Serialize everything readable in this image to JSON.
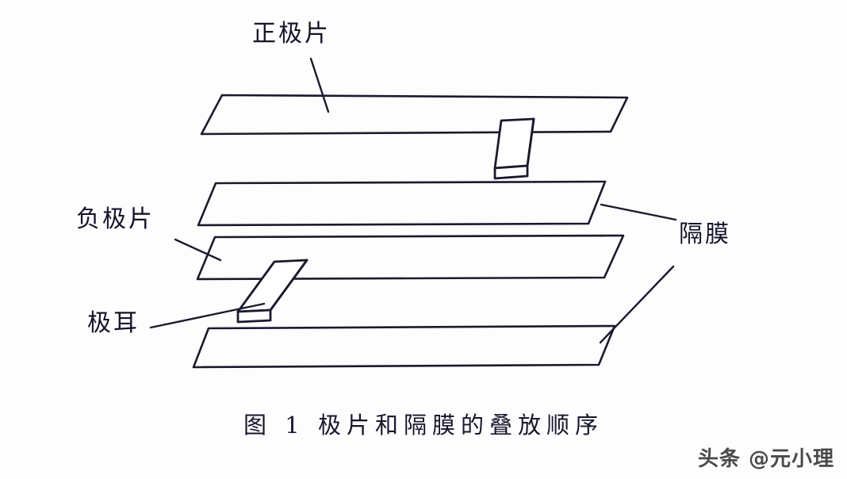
{
  "figure": {
    "caption_index": "图 1",
    "caption_text": "极片和隔膜的叠放顺序",
    "background_color": "#fdfdfe",
    "ink_color": "#1a1a2e"
  },
  "labels": {
    "positive_electrode": "正极片",
    "negative_electrode": "负极片",
    "tab": "极耳",
    "separator": "隔膜"
  },
  "watermark": {
    "text": "头条 @元小理"
  },
  "stack": {
    "layers": [
      {
        "name": "positive-electrode-sheet",
        "label": "正极片",
        "order": 1,
        "has_tab": true,
        "tab_side": "right"
      },
      {
        "name": "separator-sheet-upper",
        "label": "隔膜",
        "order": 2,
        "has_tab": false
      },
      {
        "name": "negative-electrode-sheet",
        "label": "负极片",
        "order": 3,
        "has_tab": true,
        "tab_side": "left"
      },
      {
        "name": "separator-sheet-lower",
        "label": "隔膜",
        "order": 4,
        "has_tab": false
      }
    ]
  }
}
